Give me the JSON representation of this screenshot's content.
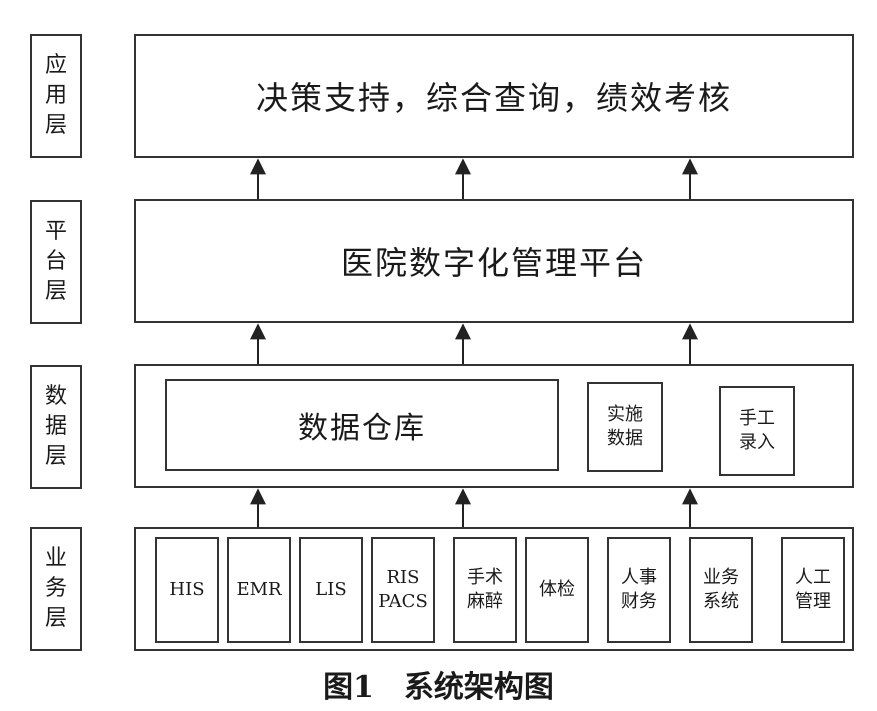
{
  "layers": {
    "application": "应用层",
    "platform": "平台层",
    "data": "数据层",
    "business": "业务层"
  },
  "application_box": "决策支持，综合查询，绩效考核",
  "platform_box": "医院数字化管理平台",
  "data_layer": {
    "warehouse": "数据仓库",
    "implementation_data": "实施数据",
    "manual_entry": "手工录入"
  },
  "business_modules": [
    "HIS",
    "EMR",
    "LIS",
    "RIS PACS",
    "手术麻醉",
    "体检",
    "人事财务",
    "业务系统",
    "人工管理"
  ],
  "caption": "图1　系统架构图"
}
